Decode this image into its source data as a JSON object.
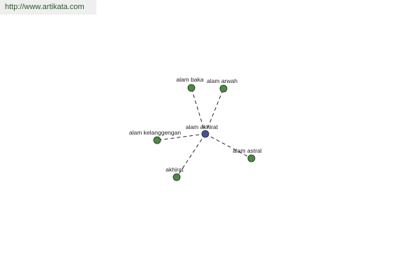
{
  "source_url": "http://www.artikata.com",
  "colors": {
    "center_node": "#4a4f9c",
    "leaf_node": "#4d8a43",
    "edge": "#222222"
  },
  "graph": {
    "center": {
      "id": "center",
      "label": "alam akhirat"
    },
    "nodes": [
      {
        "id": "alam-baka",
        "label": "alam baka"
      },
      {
        "id": "alam-arwah",
        "label": "alam arwah"
      },
      {
        "id": "alam-kelanggengan",
        "label": "alam kelanggengan"
      },
      {
        "id": "alam-astral",
        "label": "alam astral"
      },
      {
        "id": "akhirat",
        "label": "akhirat"
      }
    ],
    "edges": [
      [
        "center",
        "alam-baka"
      ],
      [
        "center",
        "alam-arwah"
      ],
      [
        "center",
        "alam-kelanggengan"
      ],
      [
        "center",
        "alam-astral"
      ],
      [
        "center",
        "akhirat"
      ]
    ]
  }
}
